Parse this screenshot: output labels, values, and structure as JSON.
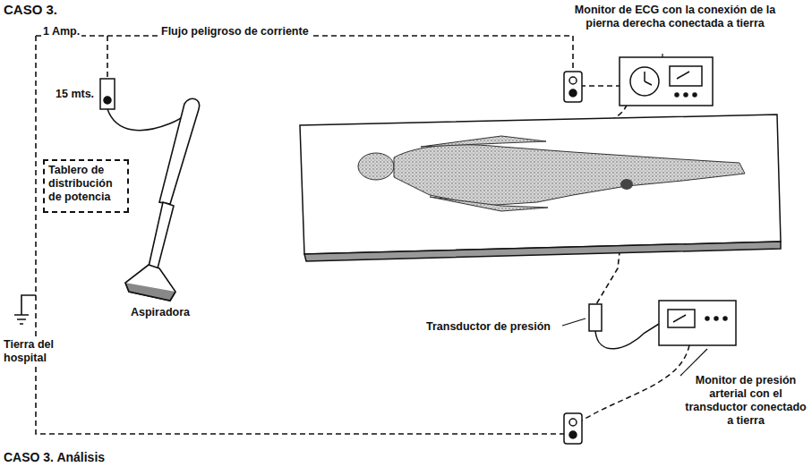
{
  "diagram": {
    "title": "CASO 3.",
    "caption": "CASO 3. Análisis",
    "nodes": [
      {
        "text": [
          "Tablero de distribución de potencia"
        ]
      }
    ],
    "labels": [
      "1 Amp.",
      "Flujo peligroso de corriente",
      "15 mts.",
      "Tierra del hospital",
      "Aspiradora",
      "Monitor de ECG con la conexión de la pierna derecha conectada a tierra",
      "Transductor de presión",
      "Monitor de presión arterial con el transductor conectado a tierra"
    ]
  }
}
